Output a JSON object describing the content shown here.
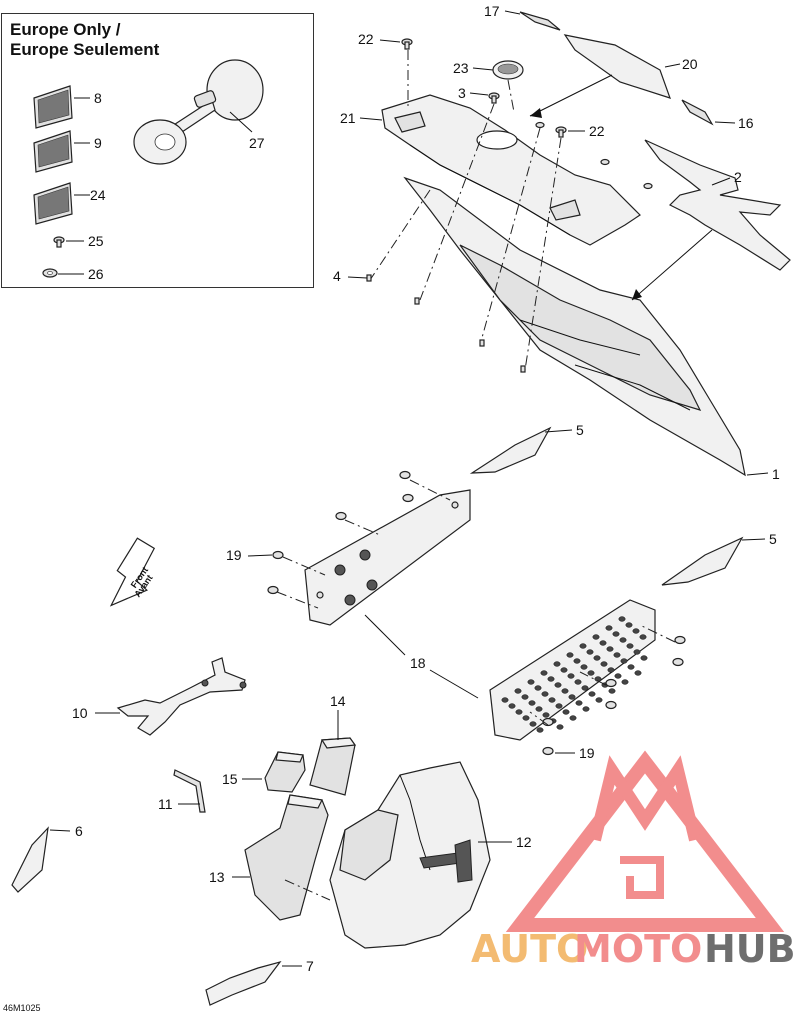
{
  "inset": {
    "title_line1": "Europe Only /",
    "title_line2": "Europe Seulement"
  },
  "callouts": {
    "c1": "1",
    "c2": "2",
    "c3": "3",
    "c4": "4",
    "c5a": "5",
    "c5b": "5",
    "c6": "6",
    "c7": "7",
    "c8": "8",
    "c9": "9",
    "c10": "10",
    "c11": "11",
    "c12": "12",
    "c13": "13",
    "c14": "14",
    "c15": "15",
    "c16": "16",
    "c17": "17",
    "c18": "18",
    "c19a": "19",
    "c19b": "19",
    "c20": "20",
    "c21": "21",
    "c22a": "22",
    "c22b": "22",
    "c23": "23",
    "c24": "24",
    "c25": "25",
    "c26": "26",
    "c27": "27"
  },
  "front_arrow": {
    "line1": "Front",
    "line2": "Avant"
  },
  "drawing_code": "46M1025",
  "watermark": {
    "part1": "AUTO",
    "part2": "MOTO",
    "part3": "HUB",
    "colors": {
      "accent_red": "#f07a7a",
      "accent_orange": "#f2b05a",
      "dark": "#555555"
    }
  }
}
